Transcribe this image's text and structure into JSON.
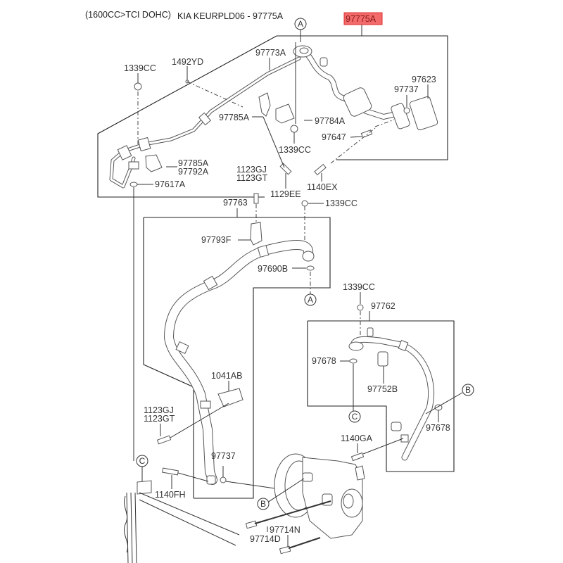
{
  "header": {
    "engine_note": "(1600CC>TCI DOHC)",
    "catalog_ref": "KIA KEURPLD06 - 97775A"
  },
  "highlight": {
    "part_no": "97775A",
    "fill_color": "#f26a6a",
    "text_color": "#8a1c1c"
  },
  "reference_markers": {
    "a_top": "A",
    "a_mid": "A",
    "b_right": "B",
    "b_compressor": "B",
    "c_mid": "C",
    "c_left": "C"
  },
  "labels": {
    "p1339cc_a": "1339CC",
    "p1492yd": "1492YD",
    "p97773a": "97773A",
    "p97623": "97623",
    "p97737_a": "97737",
    "p97785a_a": "97785A",
    "p97784a": "97784A",
    "p1339cc_b": "1339CC",
    "p97647": "97647",
    "p97785a_b": "97785A",
    "p97792a": "97792A",
    "p97617a": "97617A",
    "p1123gj_a": "1123GJ",
    "p1123gt_a": "1123GT",
    "p1129ee": "1129EE",
    "p1140ex": "1140EX",
    "p97763": "97763",
    "p1339cc_c": "1339CC",
    "p97793f": "97793F",
    "p97690b": "97690B",
    "p1339cc_d": "1339CC",
    "p97762": "97762",
    "p97678_a": "97678",
    "p97752b": "97752B",
    "p97678_b": "97678",
    "p1041ab": "1041AB",
    "p1123gj_b": "1123GJ",
    "p1123gt_b": "1123GT",
    "p1140ga": "1140GA",
    "p97737_b": "97737",
    "p1140fh": "1140FH",
    "p97714n": "97714N",
    "p97714d": "97714D"
  }
}
